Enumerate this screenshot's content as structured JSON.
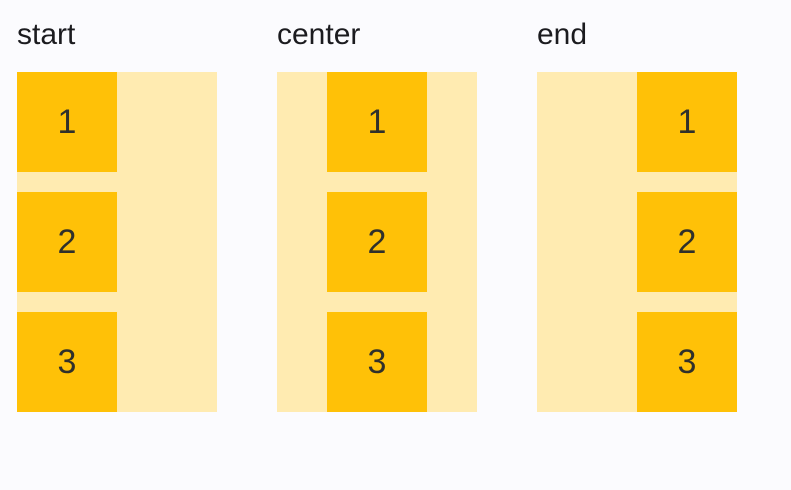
{
  "colors": {
    "page-bg": "#FBFBFE",
    "container-bg": "#FFEBB1",
    "item-bg": "#FFC107",
    "item-text": "#30302B",
    "label-text": "#1B1B1F"
  },
  "groups": [
    {
      "label": "start",
      "alignment": "start",
      "items": [
        "1",
        "2",
        "3"
      ]
    },
    {
      "label": "center",
      "alignment": "center",
      "items": [
        "1",
        "2",
        "3"
      ]
    },
    {
      "label": "end",
      "alignment": "end",
      "items": [
        "1",
        "2",
        "3"
      ]
    }
  ]
}
